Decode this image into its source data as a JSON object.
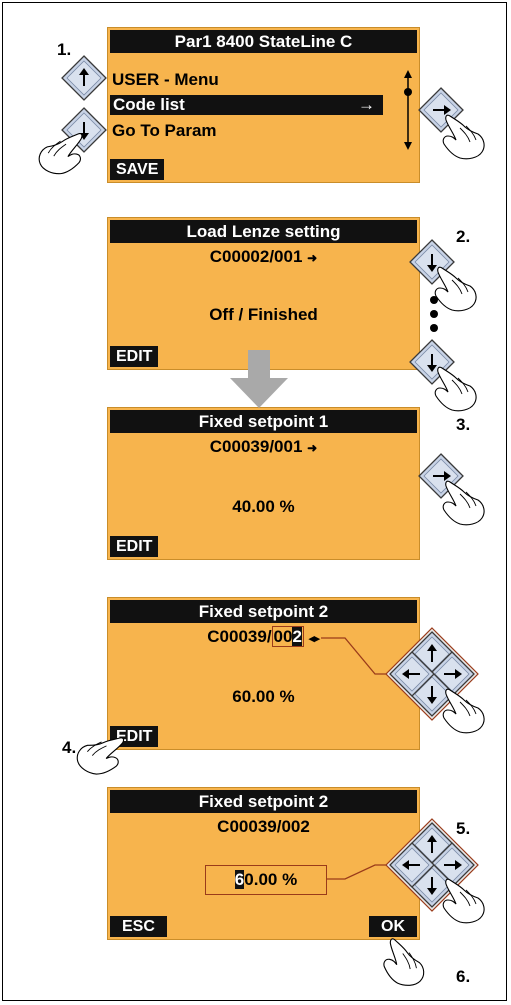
{
  "panel1": {
    "title": "Par1 8400 StateLine C",
    "menu": [
      {
        "label": "USER - Menu"
      },
      {
        "label": "Code list",
        "selected": true,
        "arrow": "→"
      },
      {
        "label": "Go To Param"
      }
    ],
    "softkey_left": "SAVE"
  },
  "panel2": {
    "title": "Load Lenze setting",
    "code": "C00002/001",
    "value": "Off / Finished",
    "softkey_left": "EDIT"
  },
  "panel3": {
    "title": "Fixed setpoint 1",
    "code": "C00039/001",
    "value": "40.00 %",
    "softkey_left": "EDIT"
  },
  "panel4": {
    "title": "Fixed setpoint 2",
    "code_prefix": "C00039/",
    "code_edit_a": "0",
    "code_edit_b": "0",
    "code_edit_c": "2",
    "value": "60.00 %",
    "softkey_left": "EDIT"
  },
  "panel5": {
    "title": "Fixed setpoint 2",
    "code": "C00039/002",
    "value_cursor": "6",
    "value_rest": "0.00 %",
    "softkey_left": "ESC",
    "softkey_right": "OK"
  },
  "steps": [
    "1.",
    "2.",
    "3.",
    "4.",
    "5.",
    "6."
  ],
  "icons": [
    "arrow-up-key-icon",
    "arrow-down-key-icon",
    "arrow-right-key-icon",
    "hand-pointer-icon",
    "four-way-keypad-icon",
    "scroll-bar-icon",
    "ellipsis-dots-icon",
    "down-transition-arrow-icon"
  ],
  "colors": {
    "lcd": "#f7b44d",
    "bar": "#111111",
    "key": "#c8d3e6",
    "connector": "#9a3b1a"
  }
}
